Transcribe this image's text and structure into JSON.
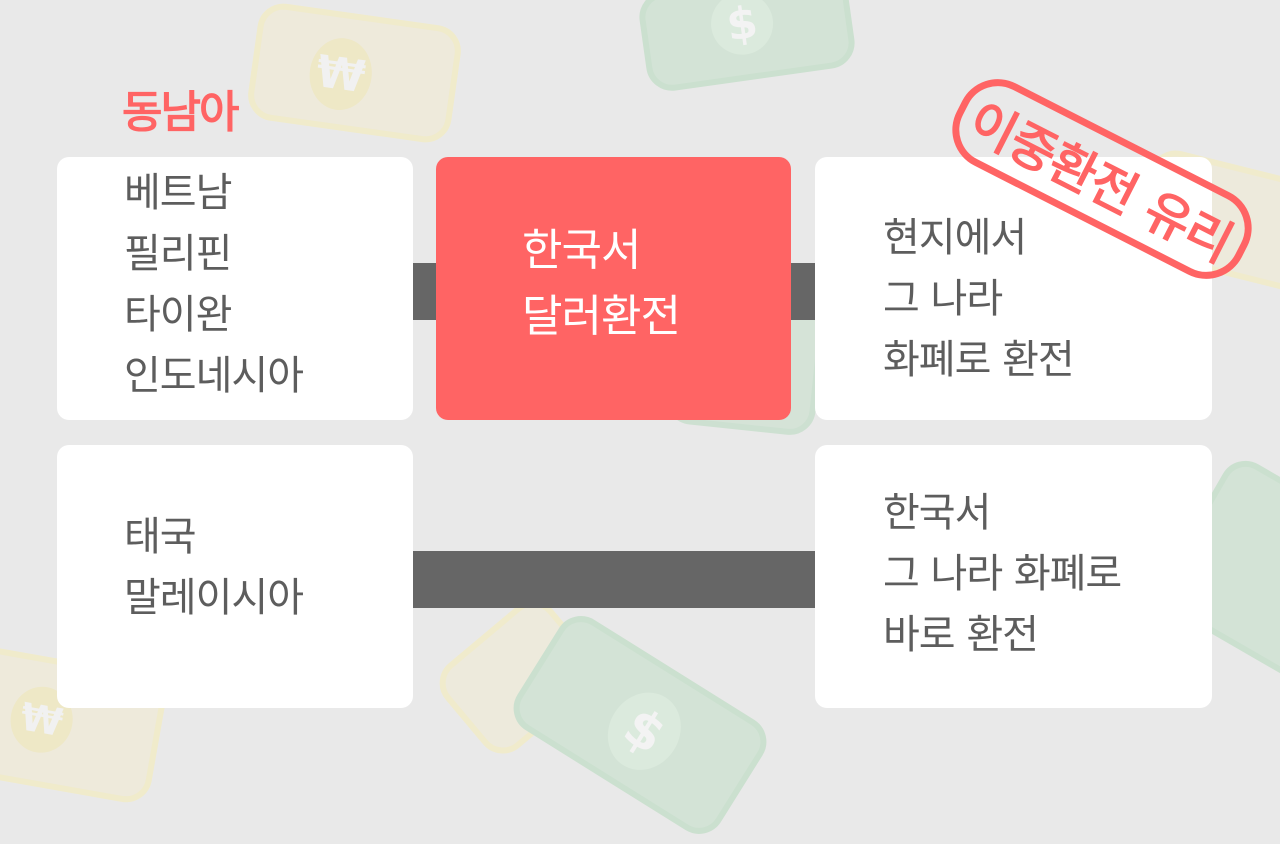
{
  "title": "동남아",
  "colors": {
    "accent": "#ff6464",
    "background": "#e9e9e9",
    "card": "#ffffff",
    "arrow": "#666666",
    "text": "#5d5d5d"
  },
  "stamp": "이중환전 유리",
  "row1": {
    "countries": [
      "베트남",
      "필리핀",
      "타이완",
      "인도네시아"
    ],
    "step1": [
      "한국서",
      "달러환전"
    ],
    "step2": [
      "현지에서",
      "그 나라",
      "화폐로 환전"
    ]
  },
  "row2": {
    "countries": [
      "태국",
      "말레이시아"
    ],
    "result": [
      "한국서",
      "그 나라 화폐로",
      "바로 환전"
    ]
  },
  "decor": {
    "won_symbol": "₩",
    "dollar_symbol": "$"
  }
}
